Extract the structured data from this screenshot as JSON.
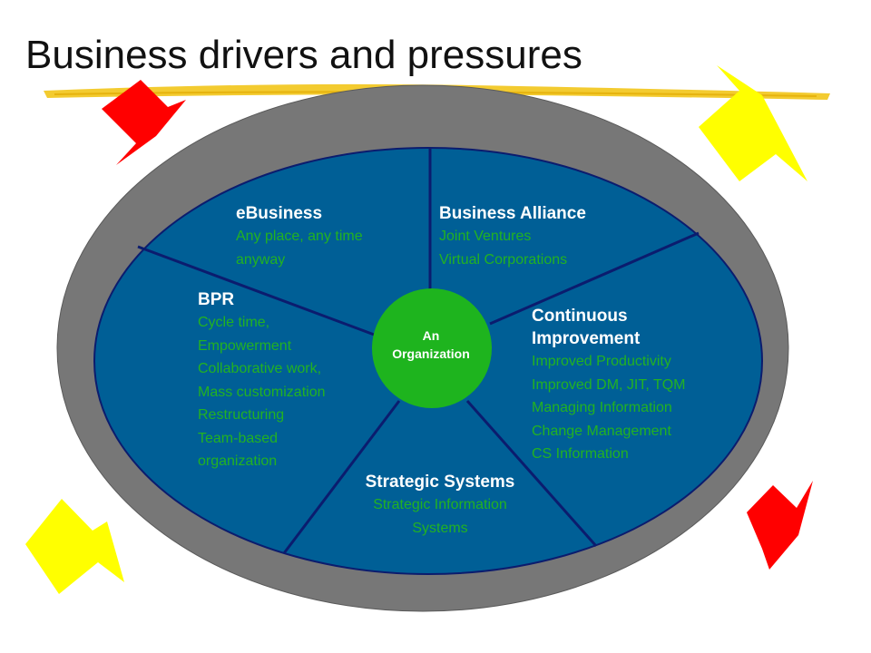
{
  "title": "Business drivers and pressures",
  "colors": {
    "outer_ring": "#777777",
    "inner_ellipse": "#005f96",
    "spoke": "#0b1c6e",
    "center": "#1eb41e",
    "segment_title": "#ffffff",
    "segment_detail": "#22b222",
    "highlighter": "#f2c51a",
    "red_shape": "#ff0000",
    "yellow_shape": "#ffff00"
  },
  "center": {
    "lines": [
      "An",
      "Organization"
    ]
  },
  "segments": {
    "ebusiness": {
      "title": "eBusiness",
      "lines": [
        "Any place, any time",
        "anyway"
      ]
    },
    "alliance": {
      "title": "Business Alliance",
      "lines": [
        "Joint Ventures",
        "Virtual Corporations"
      ]
    },
    "bpr": {
      "title": "BPR",
      "lines": [
        "Cycle time,",
        "Empowerment",
        "Collaborative work,",
        "Mass customization",
        "Restructuring",
        "Team-based",
        "organization"
      ]
    },
    "continuous": {
      "title_lines": [
        "Continuous",
        "Improvement"
      ],
      "lines": [
        "Improved Productivity",
        "Improved DM, JIT, TQM",
        "Managing Information",
        "Change Management",
        "CS Information"
      ]
    },
    "strategic": {
      "title": "Strategic Systems",
      "lines": [
        "Strategic Information",
        "Systems"
      ]
    }
  }
}
